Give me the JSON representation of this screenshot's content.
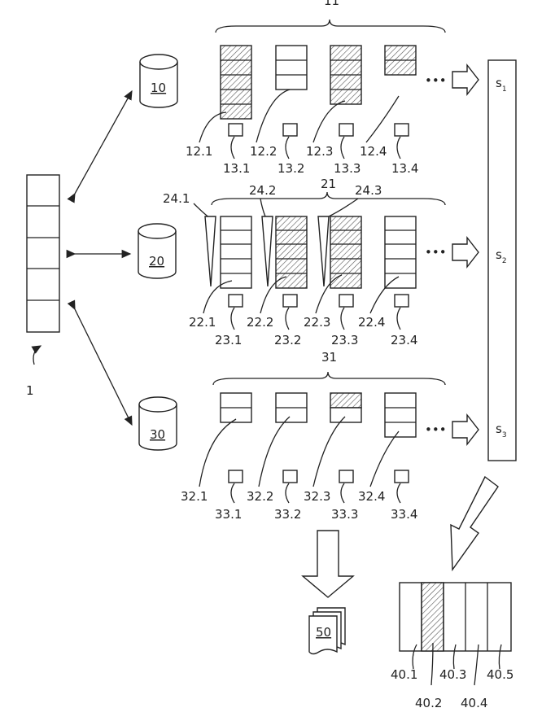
{
  "labels": {
    "storage_1": "1",
    "db_10": "10",
    "db_20": "20",
    "db_30": "30",
    "output_50": "50",
    "group_11": "11",
    "group_21": "21",
    "group_31": "31",
    "row1_blocks": [
      "12.1",
      "12.2",
      "12.3",
      "12.4"
    ],
    "row1_tags": [
      "13.1",
      "13.2",
      "13.3",
      "13.4"
    ],
    "row2_blocks": [
      "22.1",
      "22.2",
      "22.3",
      "22.4"
    ],
    "row2_tags": [
      "23.1",
      "23.2",
      "23.3",
      "23.4"
    ],
    "row2_wedges": [
      "24.1",
      "24.2",
      "24.3"
    ],
    "row3_blocks": [
      "32.1",
      "32.2",
      "32.3",
      "32.4"
    ],
    "row3_tags": [
      "33.1",
      "33.2",
      "33.3",
      "33.4"
    ],
    "s_labels": [
      "s",
      "s",
      "s"
    ],
    "s_subs": [
      "1",
      "2",
      "3"
    ],
    "result_parts": [
      "40.1",
      "40.2",
      "40.3",
      "40.4",
      "40.5"
    ],
    "ellipsis": "•••"
  }
}
